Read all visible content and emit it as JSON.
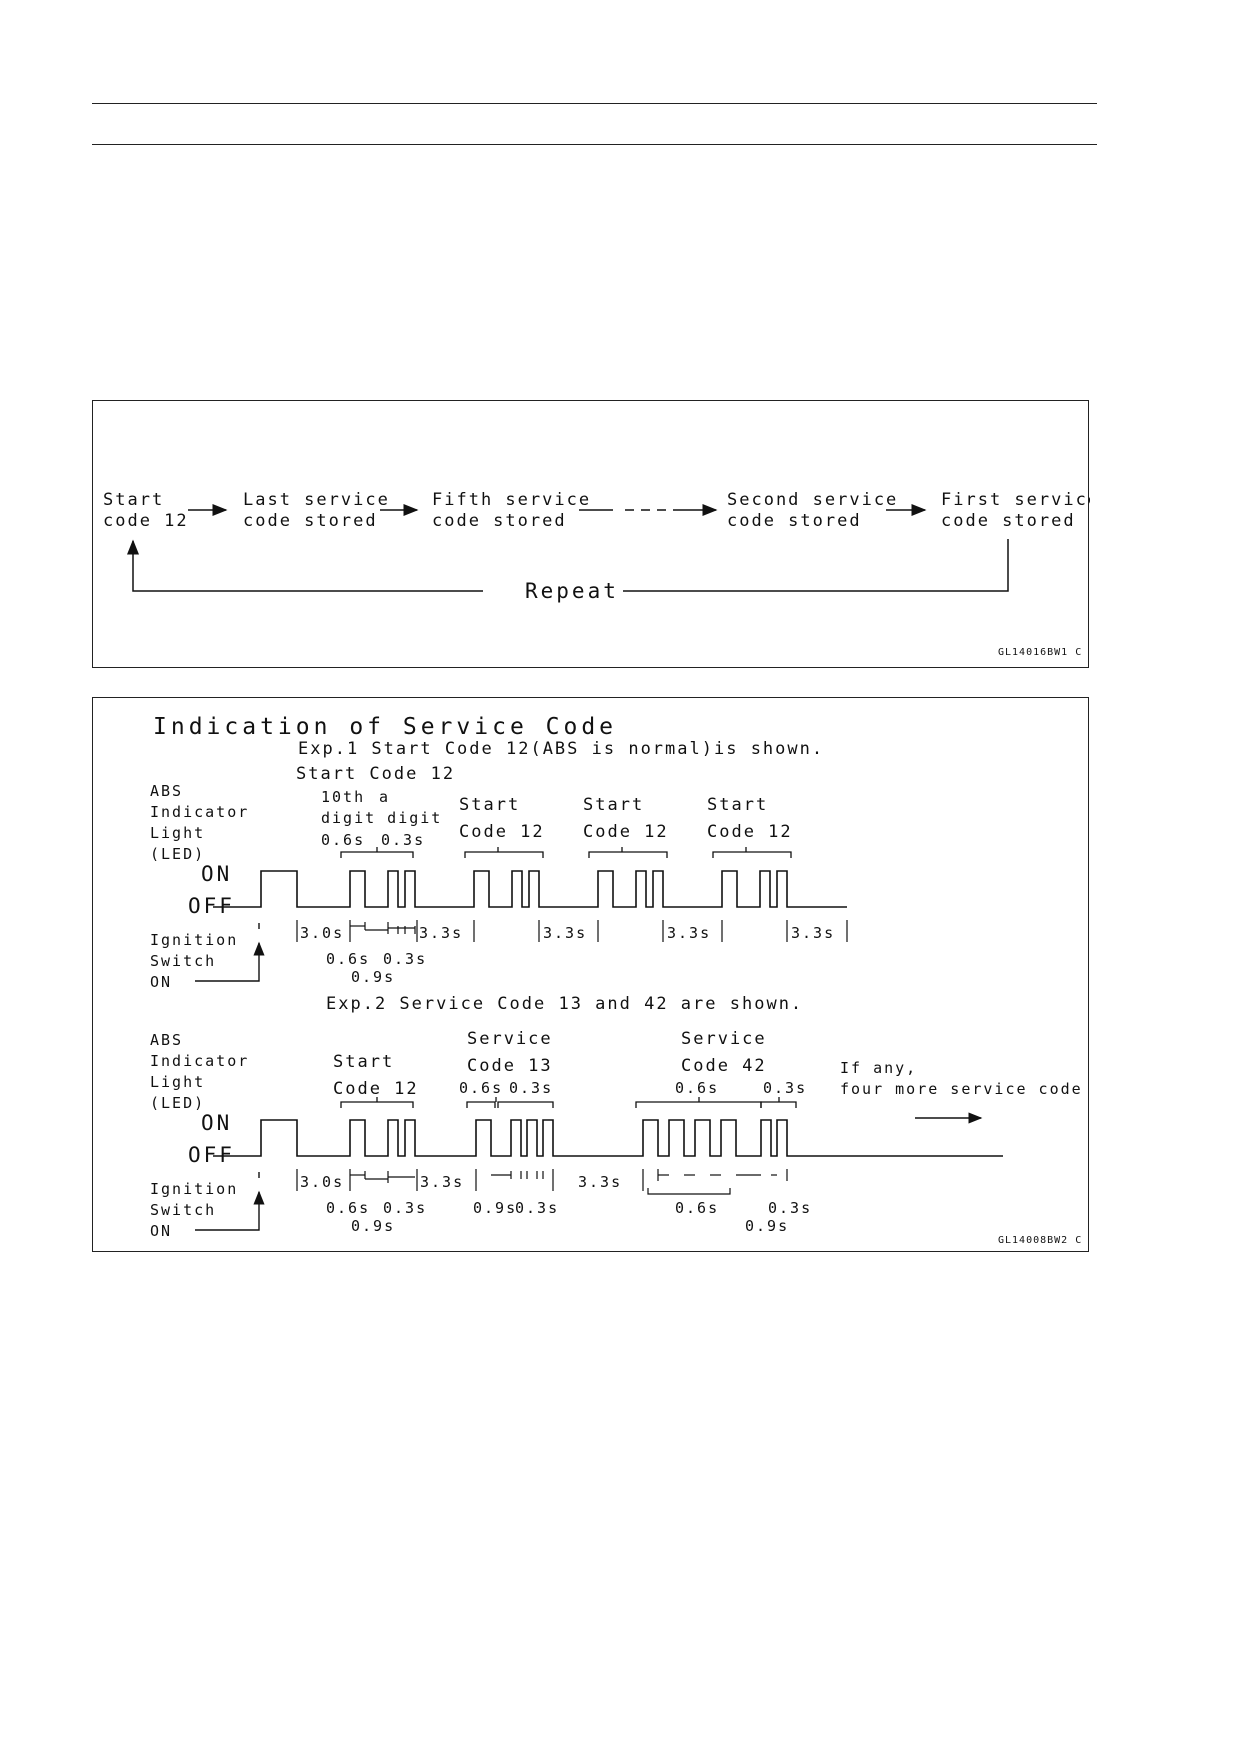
{
  "flow": {
    "nodes": [
      {
        "line1": "Start",
        "line2": "code 12"
      },
      {
        "line1": "Last service",
        "line2": "code stored"
      },
      {
        "line1": "Fifth service",
        "line2": "code stored"
      },
      {
        "line1": "Second service",
        "line2": "code stored"
      },
      {
        "line1": "First service",
        "line2": "code stored"
      }
    ],
    "repeat_label": "Repeat",
    "figure_id": "GL14016BW1 C"
  },
  "timing": {
    "title": "Indication of Service Code",
    "figure_id": "GL14008BW2 C",
    "exp1": {
      "heading": "Exp.1 Start Code 12(ABS is normal)is shown.",
      "start_code_label": "Start Code 12",
      "tenth_digit": "10th",
      "a_label": "a",
      "digit_label": "digit digit",
      "dur_tenth": "0.6s",
      "dur_unit": "0.3s",
      "repeats": [
        {
          "line1": "Start",
          "line2": "Code 12"
        },
        {
          "line1": "Start",
          "line2": "Code 12"
        },
        {
          "line1": "Start",
          "line2": "Code 12"
        }
      ],
      "gap_first": "3.0s",
      "gap": "3.3s",
      "bottom_06": "0.6s",
      "bottom_03": "0.3s",
      "bottom_09": "0.9s"
    },
    "exp2": {
      "heading": "Exp.2 Service Code 13 and 42 are shown.",
      "start_label": {
        "line1": "Start",
        "line2": "Code 12"
      },
      "code13": {
        "line1": "Service",
        "line2": "Code 13",
        "t1": "0.6s",
        "t2": "0.3s"
      },
      "code42": {
        "line1": "Service",
        "line2": "Code 42",
        "t1": "0.6s",
        "t2": "0.3s"
      },
      "if_any_1": "If any,",
      "if_any_2": "four more service code",
      "gap_first": "3.0s",
      "gap": "3.3s",
      "b1_06": "0.6s",
      "b1_03": "0.3s",
      "b1_09": "0.9s",
      "b2_09": "0.9s",
      "b2_03": "0.3s",
      "b3_06": "0.6s",
      "b4_03": "0.3s",
      "b4_09": "0.9s"
    },
    "side": {
      "abs": "ABS",
      "indicator": "Indicator",
      "light": "Light",
      "led": "(LED)",
      "on": "ON",
      "off": "OFF",
      "ignition": "Ignition",
      "switch": "Switch",
      "sw_on": "ON"
    }
  }
}
